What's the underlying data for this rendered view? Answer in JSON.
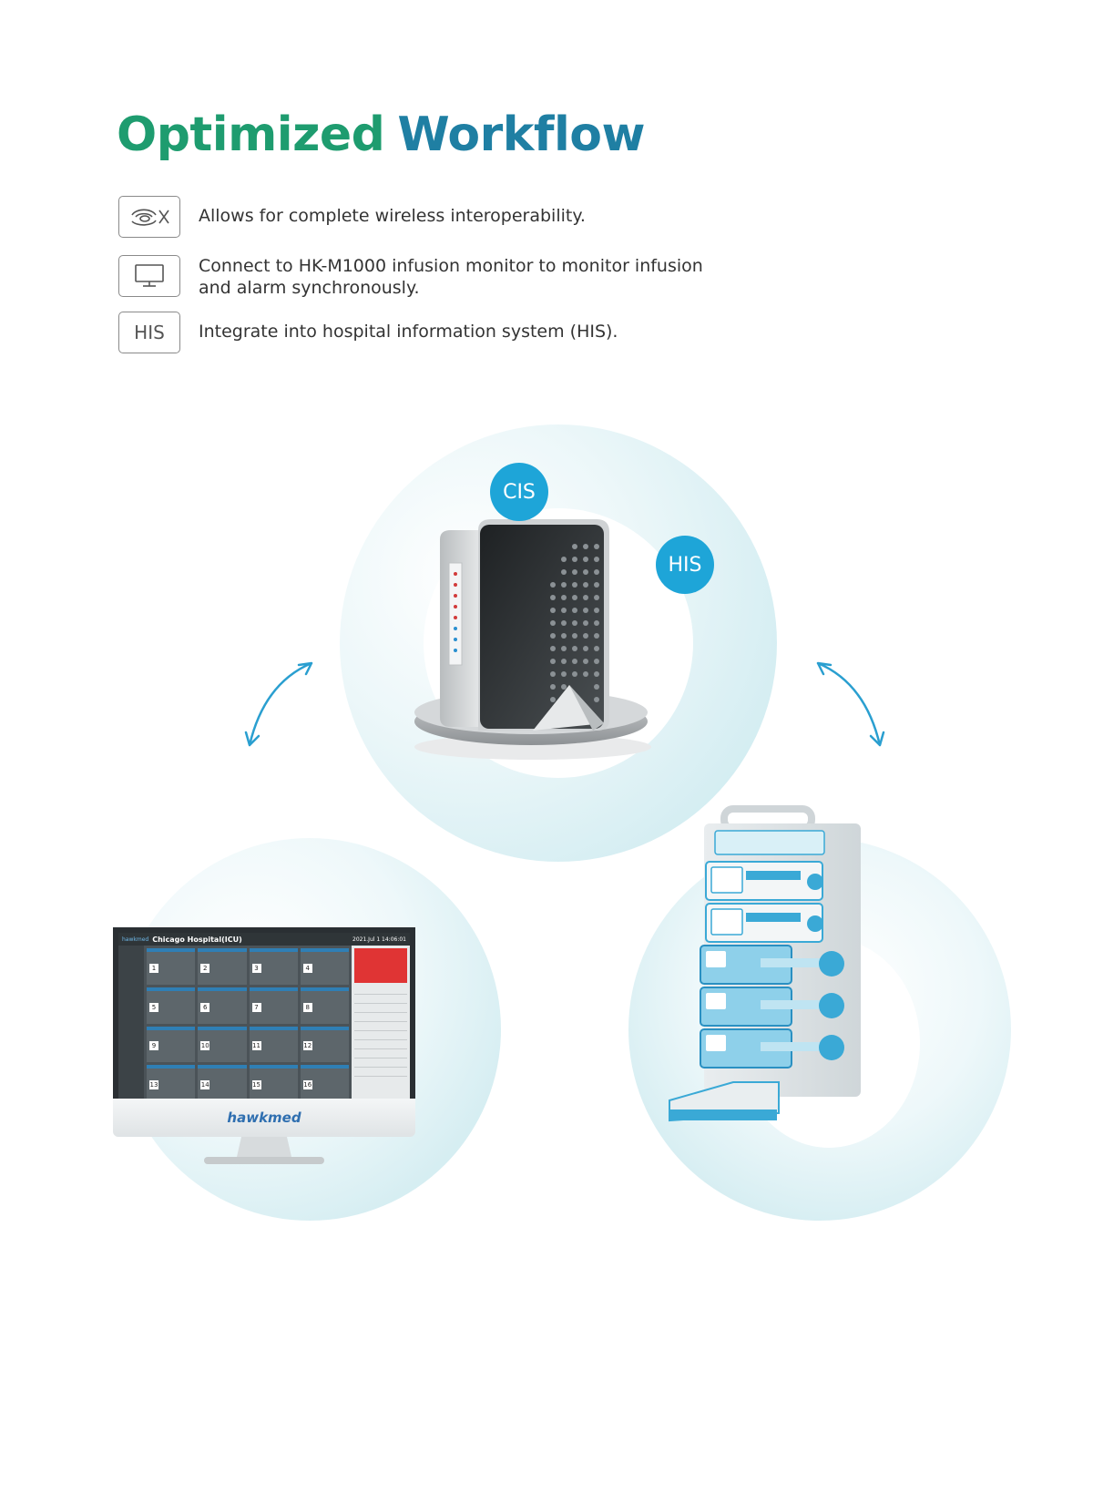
{
  "header": {
    "title_part1": "Optimized",
    "title_part2": "Workflow",
    "title_colors": [
      "#1e9c6f",
      "#1f7fa3"
    ]
  },
  "features": [
    {
      "icon": "wireless-signal-icon",
      "text": "Allows for complete wireless interoperability."
    },
    {
      "icon": "monitor-icon",
      "text": "Connect to HK-M1000 infusion monitor to monitor infusion and alarm synchronously."
    },
    {
      "icon": "his-text-icon",
      "icon_label": "HIS",
      "text": "Integrate into hospital information system (HIS)."
    }
  ],
  "diagram": {
    "tags": {
      "cis": "CIS",
      "his": "HIS"
    },
    "accent_color": "#1ea5d8"
  },
  "monitor_screen": {
    "hospital_name": "Chicago Hospital(ICU)",
    "datetime": "2021.Jul 1 14:06:01",
    "brand": "hawkmed",
    "bed_numbers": [
      "1",
      "2",
      "3",
      "4",
      "5",
      "6",
      "7",
      "8",
      "9",
      "10",
      "11",
      "12",
      "13",
      "14",
      "15",
      "16"
    ]
  }
}
